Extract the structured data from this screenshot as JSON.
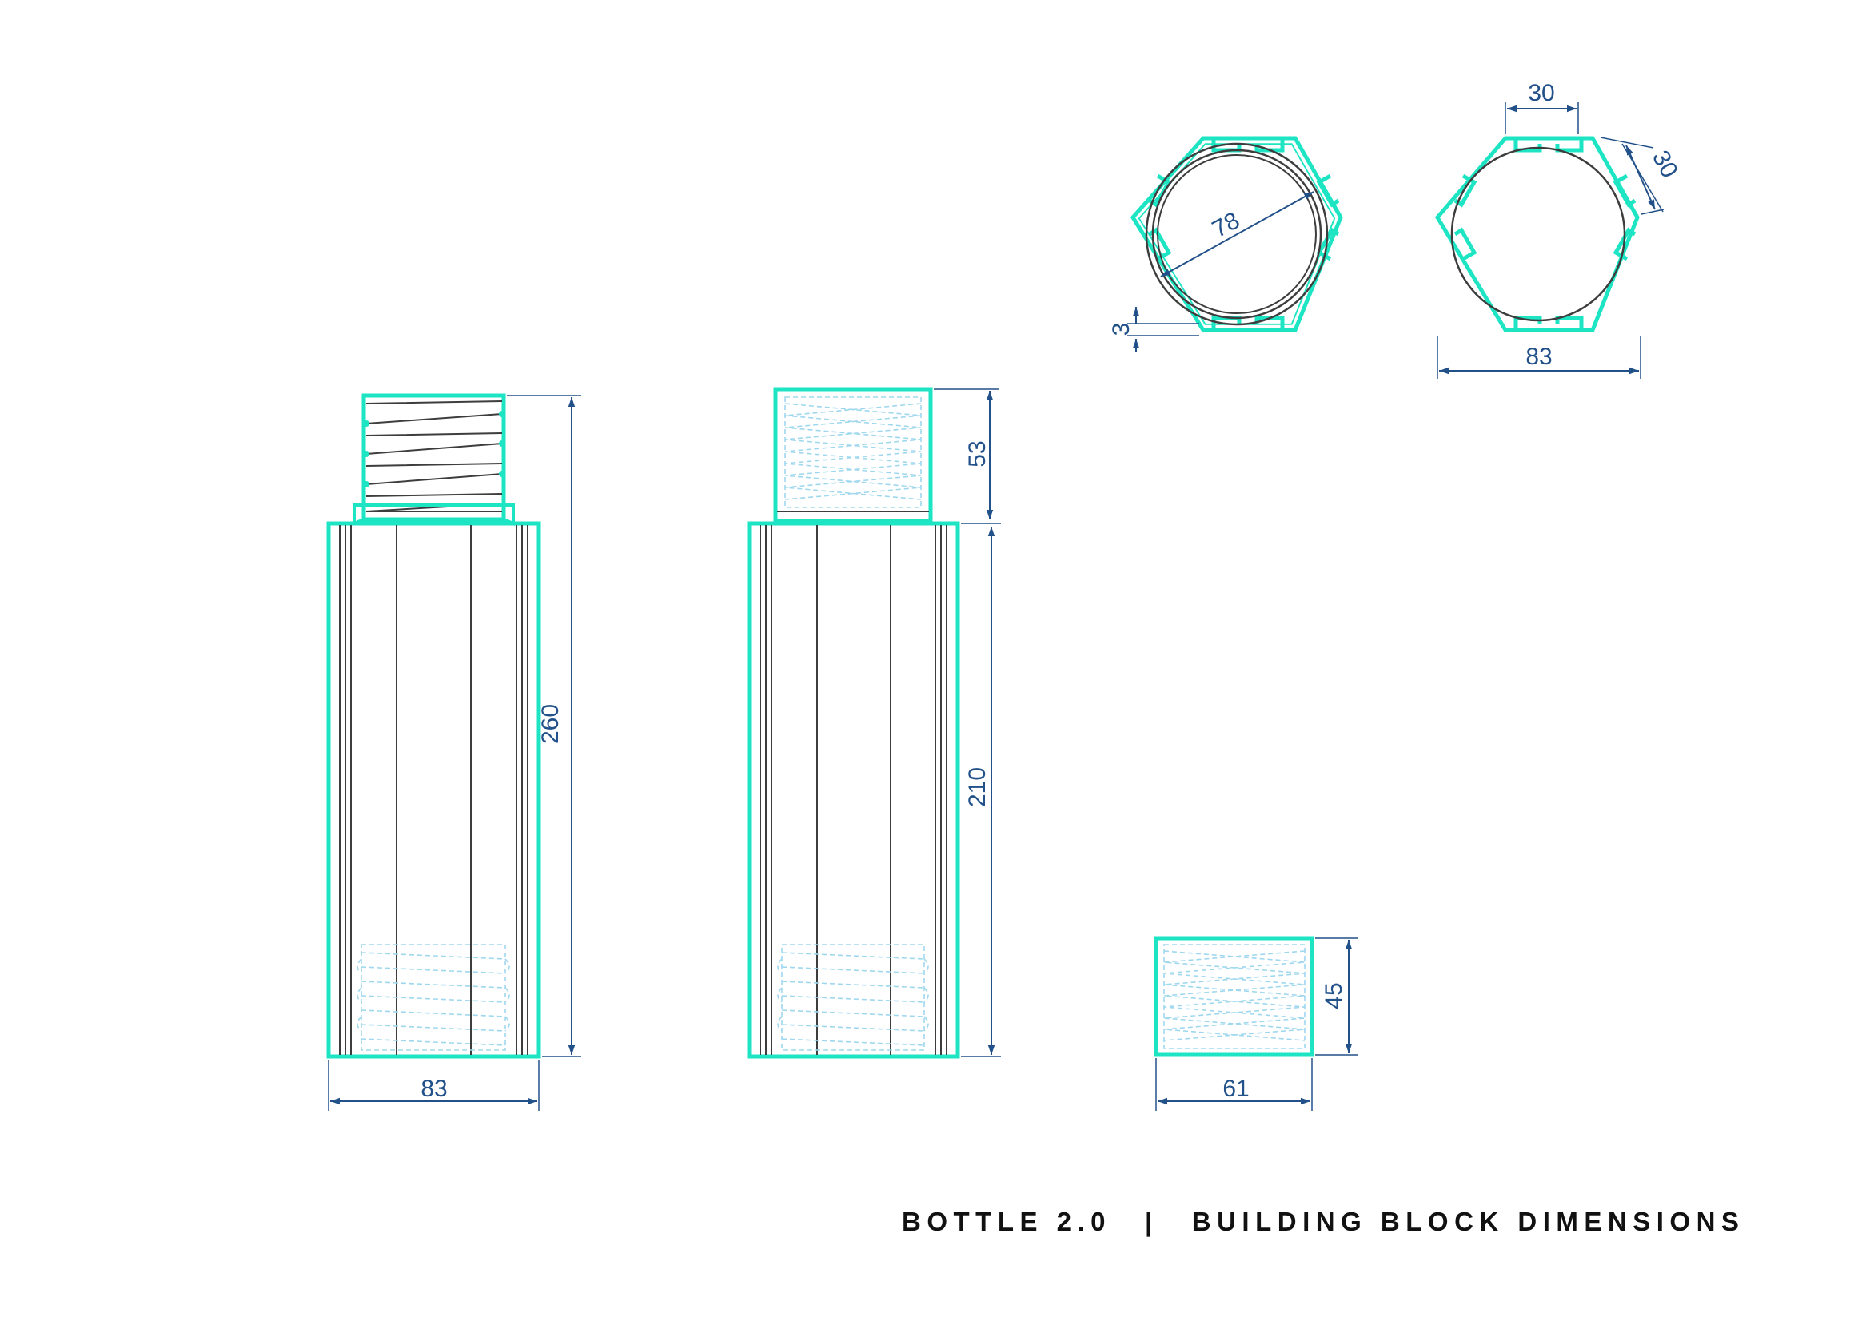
{
  "title": {
    "product": "BOTTLE 2.0",
    "separator": "|",
    "subtitle": "BUILDING BLOCK DIMENSIONS"
  },
  "dimensions": {
    "bottle_width": "83",
    "bottle_height": "260",
    "body_height": "210",
    "cap_height": "53",
    "small_cap_height": "45",
    "small_cap_width": "61",
    "inner_diameter": "78",
    "wall_thickness": "3",
    "edge_top": "30",
    "edge_side": "30",
    "hex_width": "83"
  },
  "colors": {
    "outline": "#1de5c4",
    "dimension": "#22518a",
    "construction": "#3d3d3d",
    "thread_hidden": "#9fd8ee"
  }
}
